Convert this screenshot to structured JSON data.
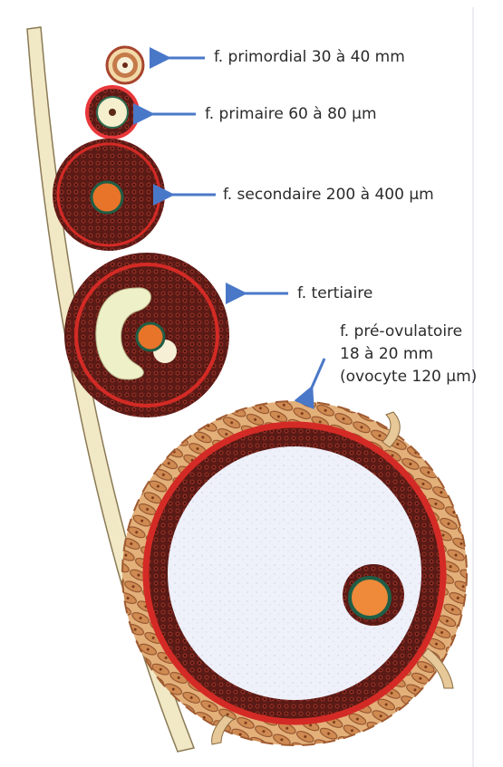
{
  "labels": {
    "primordial": "f. primordial 30 à 40 mm",
    "primaire": "f. primaire 60 à 80 µm",
    "secondaire": "f. secondaire 200 à 400 µm",
    "tertiaire": "f. tertiaire",
    "preovulatoire": [
      "f. pré-ovulatoire",
      "18 à 20 mm",
      "(ovocyte 120 µm)"
    ]
  },
  "colors": {
    "arrow": "#4a78c8",
    "membrane_red": "#d42a25",
    "granulosa_dark": "#5a1a16",
    "theca": "#d49660",
    "oocyte": "#e8742a",
    "antrum": "#eef0fa"
  }
}
